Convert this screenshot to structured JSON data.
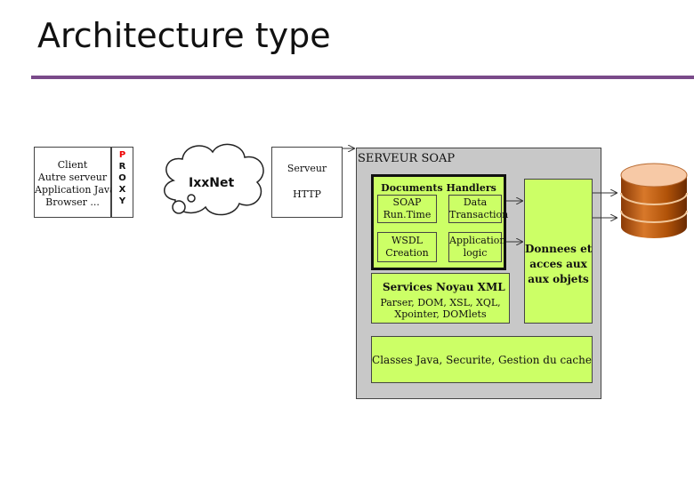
{
  "title": "Architecture type",
  "client": {
    "line1": "Client",
    "line2": "Autre serveur",
    "line3": "Application Java",
    "line4": "Browser ..."
  },
  "proxy": {
    "letters": [
      "P",
      "R",
      "O",
      "X",
      "Y"
    ]
  },
  "cloud": {
    "label": "IxxNet"
  },
  "serveur": {
    "label": "Serveur",
    "http": "HTTP"
  },
  "soap_server": {
    "title": "SERVEUR SOAP",
    "handlers_title": "Documents Handlers",
    "soap": "SOAP",
    "runtime": "Run.Time",
    "data": "Data",
    "transaction": "Transaction",
    "wsdl": "WSDL",
    "creation": "Creation",
    "application": "Application",
    "logic": "logic",
    "services_title": "Services Noyau XML",
    "services_line1": "Parser, DOM, XSL, XQL,",
    "services_line2": "Xpointer, DOMlets",
    "donnees_line1": "Donnees et",
    "donnees_line2": "acces aux",
    "donnees_line3": "aux objets",
    "classes": "Classes Java, Securite, Gestion du cache"
  },
  "colors": {
    "green": "#ccff66",
    "gray": "#c8c8c8",
    "proxy_red": "#ee0000",
    "db_top": "#f7c9a6",
    "db_body": "#c05a0c"
  }
}
